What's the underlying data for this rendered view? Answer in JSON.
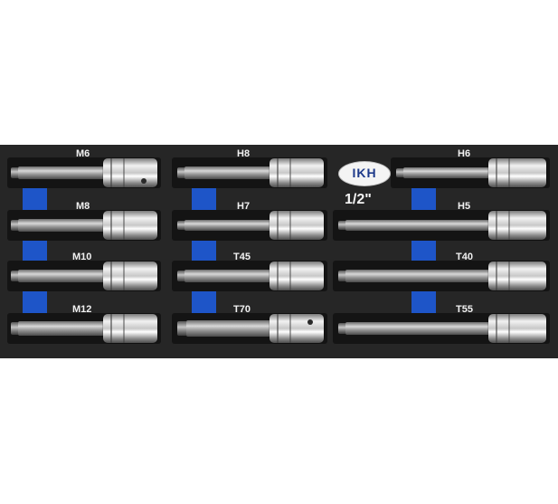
{
  "logo_text": "IKH",
  "size_label": "1/2\"",
  "labels": {
    "col1": [
      "M6",
      "M8",
      "M10",
      "M12"
    ],
    "col2": [
      "H8",
      "H7",
      "T45",
      "T70"
    ],
    "col3": [
      "H6",
      "H5",
      "T40",
      "T55"
    ]
  },
  "colors": {
    "tray": "#262626",
    "insert_blue": "#1e55c8",
    "background": "#ffffff"
  }
}
